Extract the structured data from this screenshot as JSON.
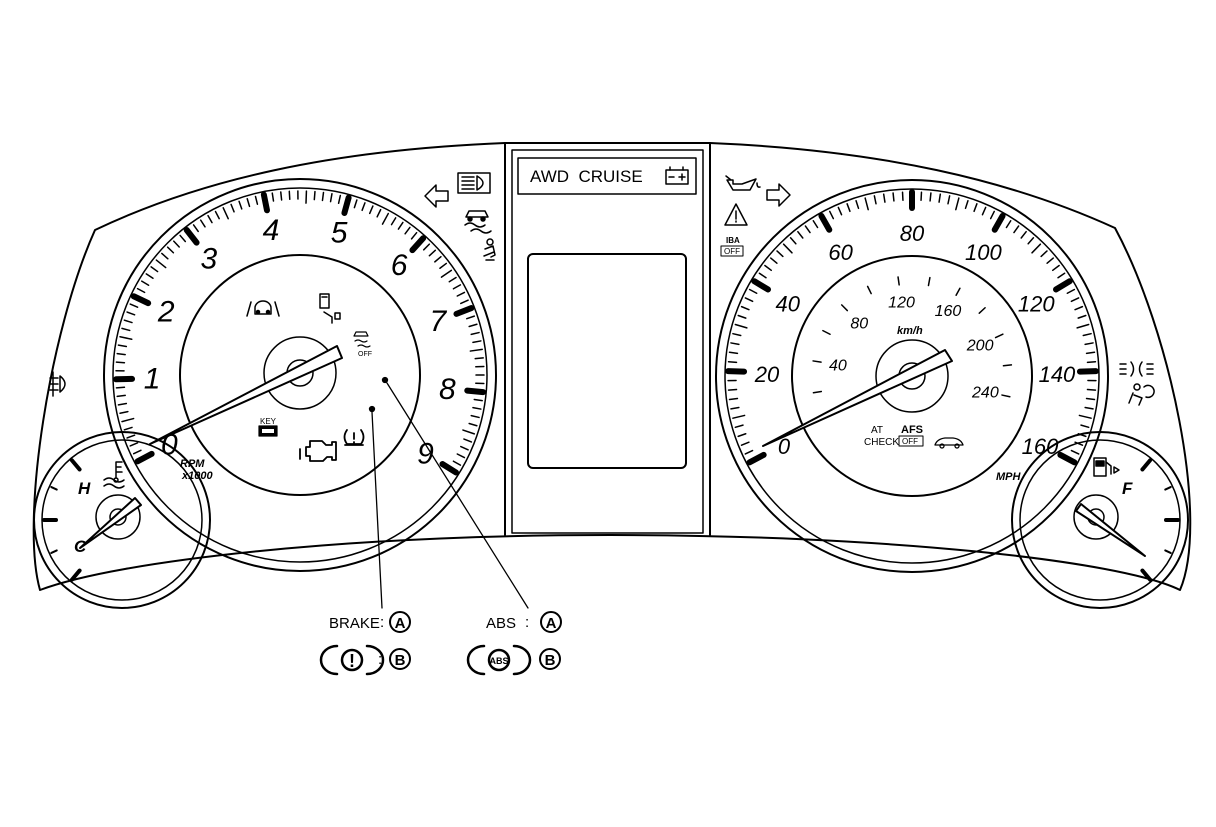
{
  "display": {
    "top_text": "AWD  CRUISE"
  },
  "tachometer": {
    "numbers": [
      "0",
      "1",
      "2",
      "3",
      "4",
      "5",
      "6",
      "7",
      "8",
      "9"
    ],
    "unit_line1": "RPM",
    "unit_line2": "x1000"
  },
  "speedometer": {
    "mph_numbers": [
      "0",
      "20",
      "40",
      "60",
      "80",
      "100",
      "120",
      "140",
      "160"
    ],
    "kmh_numbers": [
      "40",
      "80",
      "120",
      "160",
      "200",
      "240"
    ],
    "kmh_unit": "km/h",
    "mph_unit": "MPH",
    "at_check": [
      "AT",
      "CHECK"
    ],
    "afs_off": [
      "AFS",
      "OFF"
    ],
    "iba_off": [
      "IBA",
      "OFF"
    ]
  },
  "temp_gauge": {
    "hot": "H",
    "cold": "C"
  },
  "fuel_gauge": {
    "full": "F"
  },
  "key_label": "KEY",
  "legend": {
    "brake_label": "BRAKE",
    "abs_label": "ABS",
    "separator": ":",
    "marker_a": "A",
    "marker_b": "B",
    "abs_icon_text": "ABS",
    "brake_icon_text": "!"
  },
  "icons": [
    "turn-left-icon",
    "headlight-high-beam-icon",
    "vdc-slip-icon",
    "seatbelt-icon",
    "front-fog-icon",
    "lane-departure-icon",
    "door-open-icon",
    "vdc-off-icon",
    "key-warning-icon",
    "check-engine-icon",
    "tire-pressure-icon",
    "battery-icon",
    "oil-pressure-icon",
    "turn-right-icon",
    "master-warning-icon",
    "side-lights-icon",
    "airbag-icon",
    "temperature-icon",
    "fuel-pump-icon",
    "slip-car-icon"
  ]
}
